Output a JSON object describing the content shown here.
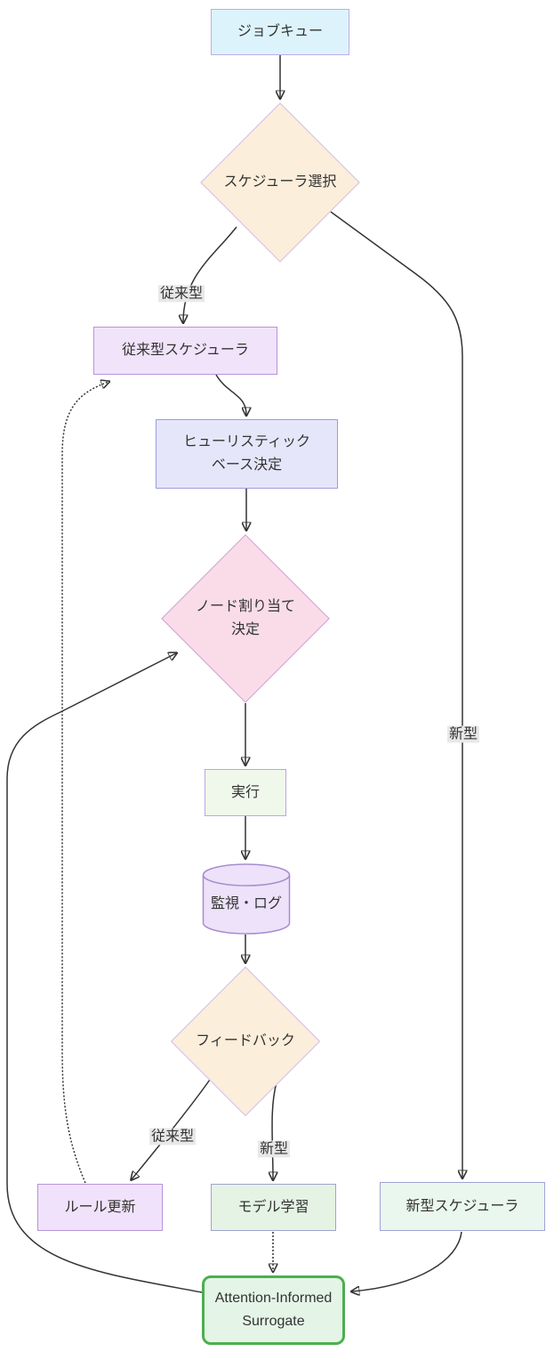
{
  "diagram": {
    "type": "flowchart",
    "direction": "top-to-bottom",
    "nodes": [
      {
        "id": "job_queue",
        "label": "ジョブキュー",
        "shape": "rect",
        "fill": "#ddf3fc",
        "stroke": "#c0ace4"
      },
      {
        "id": "scheduler_select",
        "label": "スケジューラ選択",
        "shape": "diamond",
        "fill": "#fbeeda",
        "stroke": "#d3bce8"
      },
      {
        "id": "conv_scheduler",
        "label": "従来型スケジューラ",
        "shape": "rect",
        "fill": "#f0e3fa",
        "stroke": "#b794d8"
      },
      {
        "id": "heuristic_decision",
        "label": "ヒューリスティック\nベース決定",
        "shape": "rect",
        "fill": "#e6e6fa",
        "stroke": "#9c9cd8"
      },
      {
        "id": "node_alloc",
        "label": "ノード割り当て\n決定",
        "shape": "diamond",
        "fill": "#fadce9",
        "stroke": "#cf9ed8"
      },
      {
        "id": "exec",
        "label": "実行",
        "shape": "rect",
        "fill": "#f0f8ec",
        "stroke": "#b8a8dc"
      },
      {
        "id": "monitor_log",
        "label": "監視・ログ",
        "shape": "cylinder",
        "fill": "#ede2f9",
        "stroke": "#a88cd0"
      },
      {
        "id": "feedback",
        "label": "フィードバック",
        "shape": "diamond",
        "fill": "#fbeeda",
        "stroke": "#d3bce8"
      },
      {
        "id": "rule_update",
        "label": "ルール更新",
        "shape": "rect",
        "fill": "#f0e2fa",
        "stroke": "#b794d8"
      },
      {
        "id": "model_learning",
        "label": "モデル学習",
        "shape": "rect",
        "fill": "#e4f3e4",
        "stroke": "#a2a2d0"
      },
      {
        "id": "new_scheduler",
        "label": "新型スケジューラ",
        "shape": "rect",
        "fill": "#eaf7ee",
        "stroke": "#a2a2d8"
      },
      {
        "id": "surrogate",
        "label": "Attention-Informed\nSurrogate",
        "shape": "rounded",
        "fill": "#e4f4e6",
        "stroke": "#4caf50"
      }
    ],
    "edges": [
      {
        "from": "job_queue",
        "to": "scheduler_select",
        "label": "",
        "style": "solid"
      },
      {
        "from": "scheduler_select",
        "to": "conv_scheduler",
        "label": "従来型",
        "style": "solid"
      },
      {
        "from": "scheduler_select",
        "to": "new_scheduler",
        "label": "新型",
        "style": "solid"
      },
      {
        "from": "conv_scheduler",
        "to": "heuristic_decision",
        "label": "",
        "style": "solid"
      },
      {
        "from": "heuristic_decision",
        "to": "node_alloc",
        "label": "",
        "style": "solid"
      },
      {
        "from": "node_alloc",
        "to": "exec",
        "label": "",
        "style": "solid"
      },
      {
        "from": "exec",
        "to": "monitor_log",
        "label": "",
        "style": "solid"
      },
      {
        "from": "monitor_log",
        "to": "feedback",
        "label": "",
        "style": "solid"
      },
      {
        "from": "feedback",
        "to": "rule_update",
        "label": "従来型",
        "style": "solid"
      },
      {
        "from": "feedback",
        "to": "model_learning",
        "label": "新型",
        "style": "solid"
      },
      {
        "from": "rule_update",
        "to": "conv_scheduler",
        "label": "",
        "style": "dotted"
      },
      {
        "from": "model_learning",
        "to": "surrogate",
        "label": "",
        "style": "dotted"
      },
      {
        "from": "new_scheduler",
        "to": "surrogate",
        "label": "",
        "style": "solid"
      },
      {
        "from": "surrogate",
        "to": "node_alloc",
        "label": "",
        "style": "solid"
      }
    ],
    "colors": {
      "background": "#ffffff",
      "edge": "#333333",
      "text": "#333333",
      "edge_label_bg": "#e8e8e8",
      "highlight_border": "#4caf50"
    }
  }
}
